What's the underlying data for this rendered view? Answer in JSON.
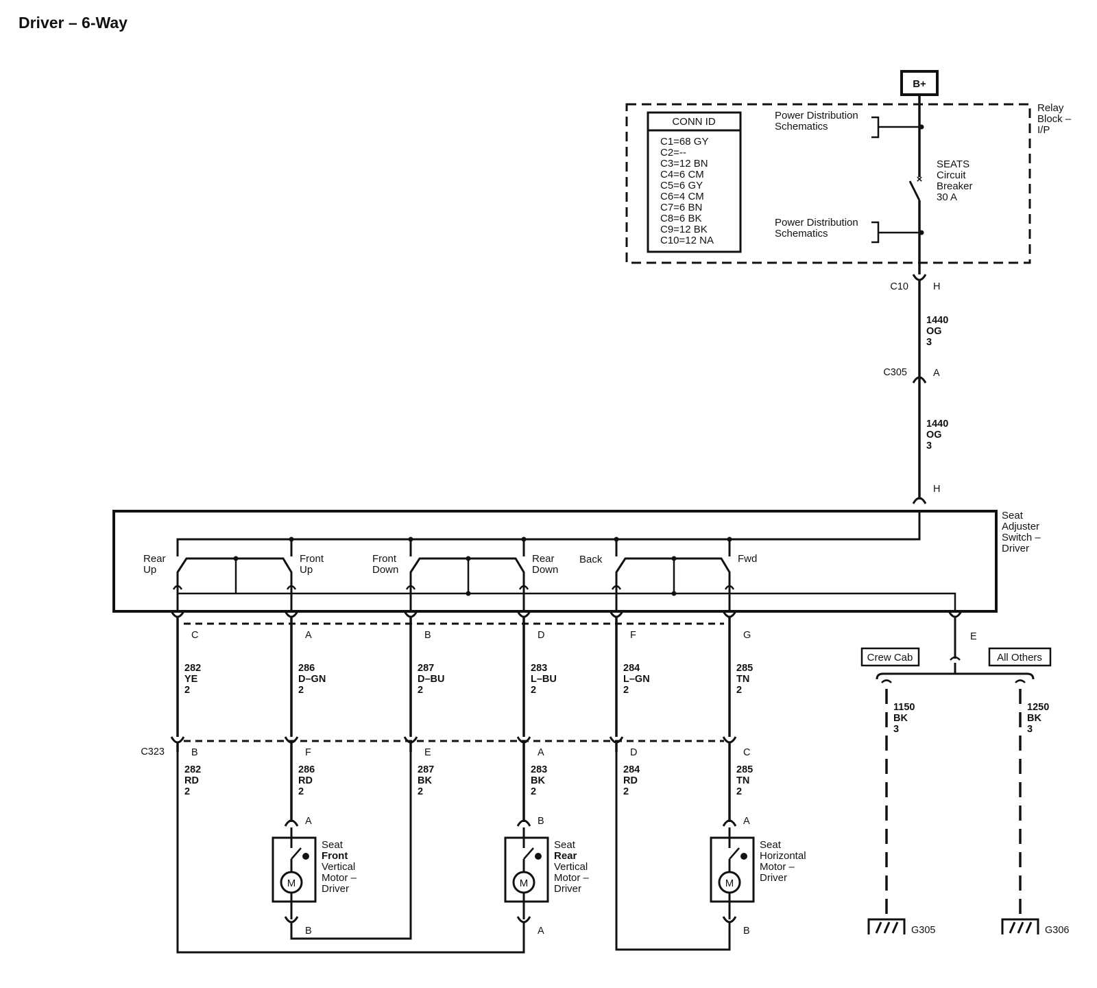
{
  "title": "Driver – 6-Way",
  "colors": {
    "ink": "#111111",
    "background": "#ffffff"
  },
  "power_source": "B+",
  "relay_block": {
    "label": [
      "Relay",
      "Block –",
      "I/P"
    ],
    "conn_id": {
      "header": "CONN ID",
      "rows": [
        "C1=68 GY",
        "C2=--",
        "C3=12 BN",
        "C4=6 CM",
        "C5=6 GY",
        "C6=4 CM",
        "C7=6 BN",
        "C8=6 BK",
        "C9=12 BK",
        "C10=12 NA"
      ]
    },
    "power_dist_top": [
      "Power Distribution",
      "Schematics"
    ],
    "power_dist_bottom": [
      "Power Distribution",
      "Schematics"
    ],
    "breaker": [
      "SEATS",
      "Circuit",
      "Breaker",
      "30 A"
    ]
  },
  "feed": {
    "c10": {
      "connector": "C10",
      "pin": "H"
    },
    "wire1": [
      "1440",
      "OG",
      "3"
    ],
    "c305": {
      "connector": "C305",
      "pin": "A"
    },
    "wire2": [
      "1440",
      "OG",
      "3"
    ],
    "switch_pin": "H"
  },
  "switch": {
    "label": [
      "Seat",
      "Adjuster",
      "Switch –",
      "Driver"
    ],
    "positions": {
      "rear_up": [
        "Rear",
        "Up"
      ],
      "front_up": [
        "Front",
        "Up"
      ],
      "front_down": [
        "Front",
        "Down"
      ],
      "rear_down": [
        "Rear",
        "Down"
      ],
      "back": [
        "Back"
      ],
      "fwd": [
        "Fwd"
      ]
    },
    "ground_pin": "E"
  },
  "harness": {
    "upper_pins": [
      "C",
      "A",
      "B",
      "D",
      "F",
      "G"
    ],
    "upper_wires": [
      [
        "282",
        "YE",
        "2"
      ],
      [
        "286",
        "D–GN",
        "2"
      ],
      [
        "287",
        "D–BU",
        "2"
      ],
      [
        "283",
        "L–BU",
        "2"
      ],
      [
        "284",
        "L–GN",
        "2"
      ],
      [
        "285",
        "TN",
        "2"
      ]
    ],
    "c323": "C323",
    "lower_pins": [
      "B",
      "F",
      "E",
      "A",
      "D",
      "C"
    ],
    "lower_wires": [
      [
        "282",
        "RD",
        "2"
      ],
      [
        "286",
        "RD",
        "2"
      ],
      [
        "287",
        "BK",
        "2"
      ],
      [
        "283",
        "BK",
        "2"
      ],
      [
        "284",
        "RD",
        "2"
      ],
      [
        "285",
        "TN",
        "2"
      ]
    ]
  },
  "motors": [
    {
      "label": [
        "Seat",
        "Front",
        "Vertical",
        "Motor –",
        "Driver"
      ],
      "top_pin": "A",
      "bottom_pin": "B",
      "symbol": "M"
    },
    {
      "label": [
        "Seat",
        "Rear",
        "Vertical",
        "Motor –",
        "Driver"
      ],
      "top_pin": "B",
      "bottom_pin": "A",
      "symbol": "M"
    },
    {
      "label": [
        "Seat",
        "Horizontal",
        "Motor –",
        "Driver"
      ],
      "top_pin": "A",
      "bottom_pin": "B",
      "symbol": "M"
    }
  ],
  "grounds": {
    "options": [
      "Crew Cab",
      "All Others"
    ],
    "left_wire": [
      "1150",
      "BK",
      "3"
    ],
    "right_wire": [
      "1250",
      "BK",
      "3"
    ],
    "left_ground": "G305",
    "right_ground": "G306"
  }
}
